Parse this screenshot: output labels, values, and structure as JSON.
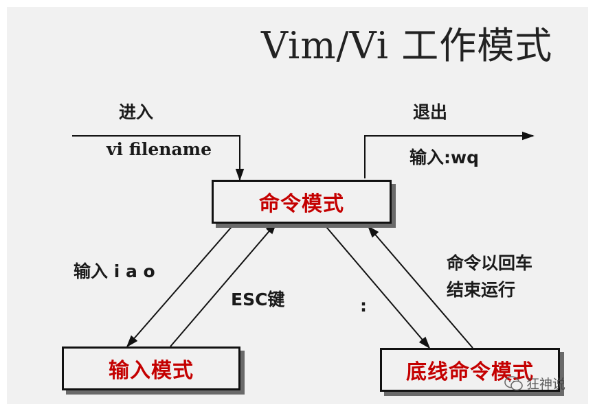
{
  "title": "Vim/Vi 工作模式",
  "modes": {
    "command": "命令模式",
    "insert": "输入模式",
    "lastline": "底线命令模式"
  },
  "labels": {
    "enter": "进入",
    "enter_cmd": "vi filename",
    "exit": "退出",
    "exit_cmd": "输入:wq",
    "to_insert": "输入 i a o",
    "esc": "ESC键",
    "colon": ":",
    "run_line1": "命令以回车",
    "run_line2": "结束运行"
  },
  "watermark": {
    "text": "狂神说",
    "icon": "wechat-icon"
  },
  "colors": {
    "mode_text": "#c40000",
    "background": "#f1f1f1"
  }
}
